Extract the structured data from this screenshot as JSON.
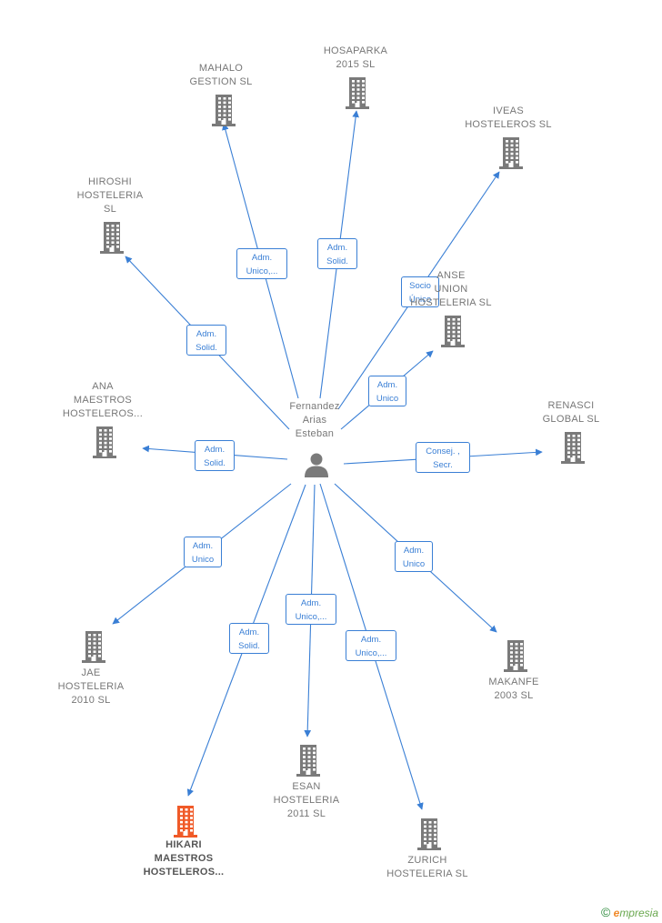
{
  "center": {
    "id": "center",
    "label": "Fernandez\nArias\nEsteban"
  },
  "companies": [
    {
      "id": "mahalo",
      "label": "MAHALO\nGESTION  SL",
      "highlight": false
    },
    {
      "id": "hosaparka",
      "label": "HOSAPARKA\n2015  SL",
      "highlight": false
    },
    {
      "id": "iveas",
      "label": "IVEAS\nHOSTELEROS SL",
      "highlight": false
    },
    {
      "id": "hiroshi",
      "label": "HIROSHI\nHOSTELERIA\nSL",
      "highlight": false
    },
    {
      "id": "anse",
      "label": "ANSE\nUNION\nHOSTELERIA SL",
      "highlight": false
    },
    {
      "id": "ana",
      "label": "ANA\nMAESTROS\nHOSTELEROS...",
      "highlight": false
    },
    {
      "id": "renasci",
      "label": "RENASCI\nGLOBAL  SL",
      "highlight": false
    },
    {
      "id": "jae",
      "label": "JAE\nHOSTELERIA\n2010 SL",
      "highlight": false
    },
    {
      "id": "makanfe",
      "label": "MAKANFE\n2003 SL",
      "highlight": false
    },
    {
      "id": "esan",
      "label": "ESAN\nHOSTELERIA\n2011 SL",
      "highlight": false
    },
    {
      "id": "zurich",
      "label": "ZURICH\nHOSTELERIA SL",
      "highlight": false
    },
    {
      "id": "hikari",
      "label": "HIKARI\nMAESTROS\nHOSTELEROS...",
      "highlight": true
    }
  ],
  "relations": [
    {
      "to": "mahalo",
      "label": "Adm.\nUnico,..."
    },
    {
      "to": "hosaparka",
      "label": "Adm.\nSolid."
    },
    {
      "to": "iveas",
      "label": "Socio\nÚnico"
    },
    {
      "to": "hiroshi",
      "label": "Adm.\nSolid."
    },
    {
      "to": "anse",
      "label": "Adm.\nUnico"
    },
    {
      "to": "ana",
      "label": "Adm.\nSolid."
    },
    {
      "to": "renasci",
      "label": "Consej. ,\nSecr."
    },
    {
      "to": "jae",
      "label": "Adm.\nUnico"
    },
    {
      "to": "makanfe",
      "label": "Adm.\nUnico"
    },
    {
      "to": "esan",
      "label": "Adm.\nUnico,..."
    },
    {
      "to": "zurich",
      "label": "Adm.\nUnico,..."
    },
    {
      "to": "hikari",
      "label": "Adm.\nSolid."
    }
  ],
  "colors": {
    "edge": "#3a7fd5",
    "building": "#7a7a7a",
    "highlight": "#f05a28",
    "person": "#7a7a7a"
  },
  "footer": {
    "copyright": "©",
    "brand_initial": "e",
    "brand_rest": "mpresia"
  }
}
